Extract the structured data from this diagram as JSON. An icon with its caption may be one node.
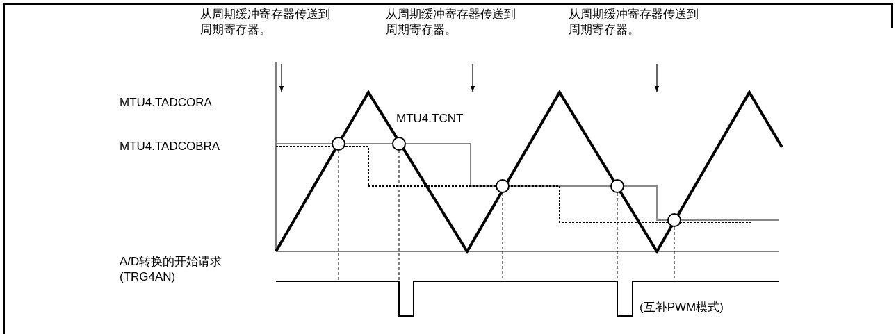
{
  "diagram": {
    "labels": [
      "从周期缓冲寄存器传送到周期寄存器。",
      "从周期缓冲寄存器传送到周期寄存器。",
      "从周期缓冲寄存器传送到周期寄存器。",
      "MTU4.TADCORA",
      "MTU4.TCNT",
      "MTU4.TADCOBRA",
      "A/D转换的开始请求 (TRG4AN)",
      "(互补PWM模式)"
    ]
  }
}
